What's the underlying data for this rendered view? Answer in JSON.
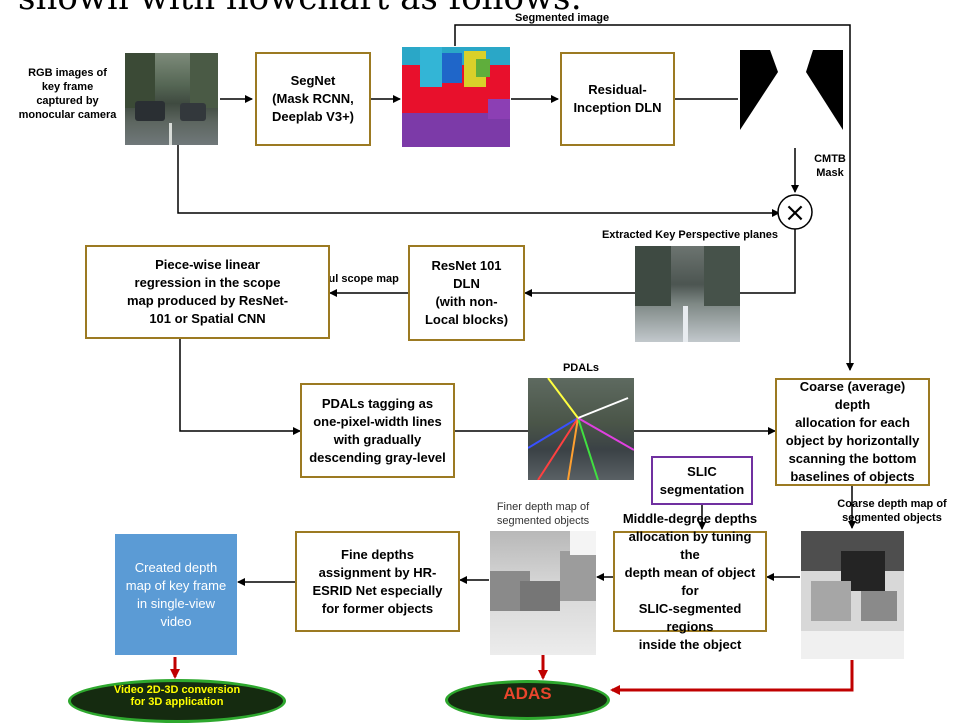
{
  "header_fragment": "shown with flowchart as follows:",
  "labels": {
    "rgb_input": "RGB images of\nkey frame\ncaptured by\nmonocular camera",
    "segmented_image": "Segmented image",
    "cmtb_mask": "CMTB\nMask",
    "extracted_planes": "Extracted Key Perspective planes",
    "colorful_scope_map": "Colorful scope map",
    "pdals": "PDALs",
    "finer_depth_map": "Finer depth map of\nsegmented objects",
    "coarse_depth_map": "Coarse depth map of\nsegmented objects"
  },
  "boxes": {
    "segnet": "SegNet\n(Mask RCNN,\nDeeplab V3+)",
    "residual_inception": "Residual-\nInception DLN",
    "resnet101": "ResNet 101\nDLN\n(with non-\nLocal blocks)",
    "piecewise": "Piece-wise  linear\nregression in the scope\nmap produced by ResNet-\n101 or Spatial CNN",
    "pdals_tagging": "PDALs tagging as\none-pixel-width lines\nwith gradually\ndescending gray-level",
    "coarse_allocation": "Coarse (average) depth\nallocation for each\nobject by horizontally\nscanning the bottom\nbaselines of objects",
    "slic": "SLIC\nsegmentation",
    "middle_degree": "Middle-degree depths\nallocation by tuning the\ndepth mean of object for\nSLIC-segmented regions\ninside the object",
    "fine_depths": "Fine depths\nassignment by HR-\nESRID Net especially\nfor former objects",
    "created_depth_map": "Created depth\nmap of key frame\nin single-view\nvideo"
  },
  "outputs": {
    "video_conversion": "Video 2D-3D conversion\nfor 3D application",
    "adas": "ADAS"
  },
  "operator_symbol": "×",
  "colors": {
    "box_border": "#9c7a22",
    "slic_border": "#7030a0",
    "created_box_fill": "#5b9bd5",
    "output_arrow": "#c00000",
    "oval_fill": "#152b10",
    "oval_border": "#2ea82e",
    "video_text": "#ffff00",
    "adas_text": "#e8452c"
  }
}
